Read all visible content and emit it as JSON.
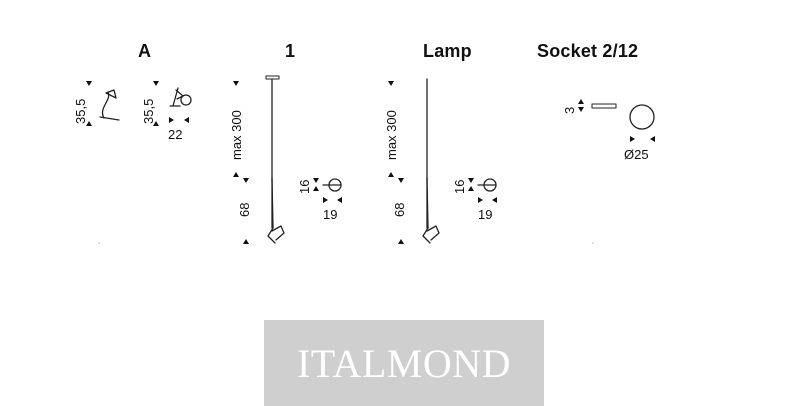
{
  "headers": {
    "a": "A",
    "one": "1",
    "lamp": "Lamp",
    "socket": "Socket 2/12"
  },
  "dimensions": {
    "a_height_1": "35,5",
    "a_height_2": "35,5",
    "a_width": "22",
    "one_max": "max 300",
    "one_head": "68",
    "one_socket_h": "16",
    "one_socket_w": "19",
    "lamp_max": "max 300",
    "lamp_head": "68",
    "lamp_socket_h": "16",
    "lamp_socket_w": "19",
    "socket_thickness": "3",
    "socket_diameter": "Ø25"
  },
  "watermark": {
    "text": "ITALMOND",
    "background": "#cfcfcf",
    "color": "#ffffff"
  }
}
